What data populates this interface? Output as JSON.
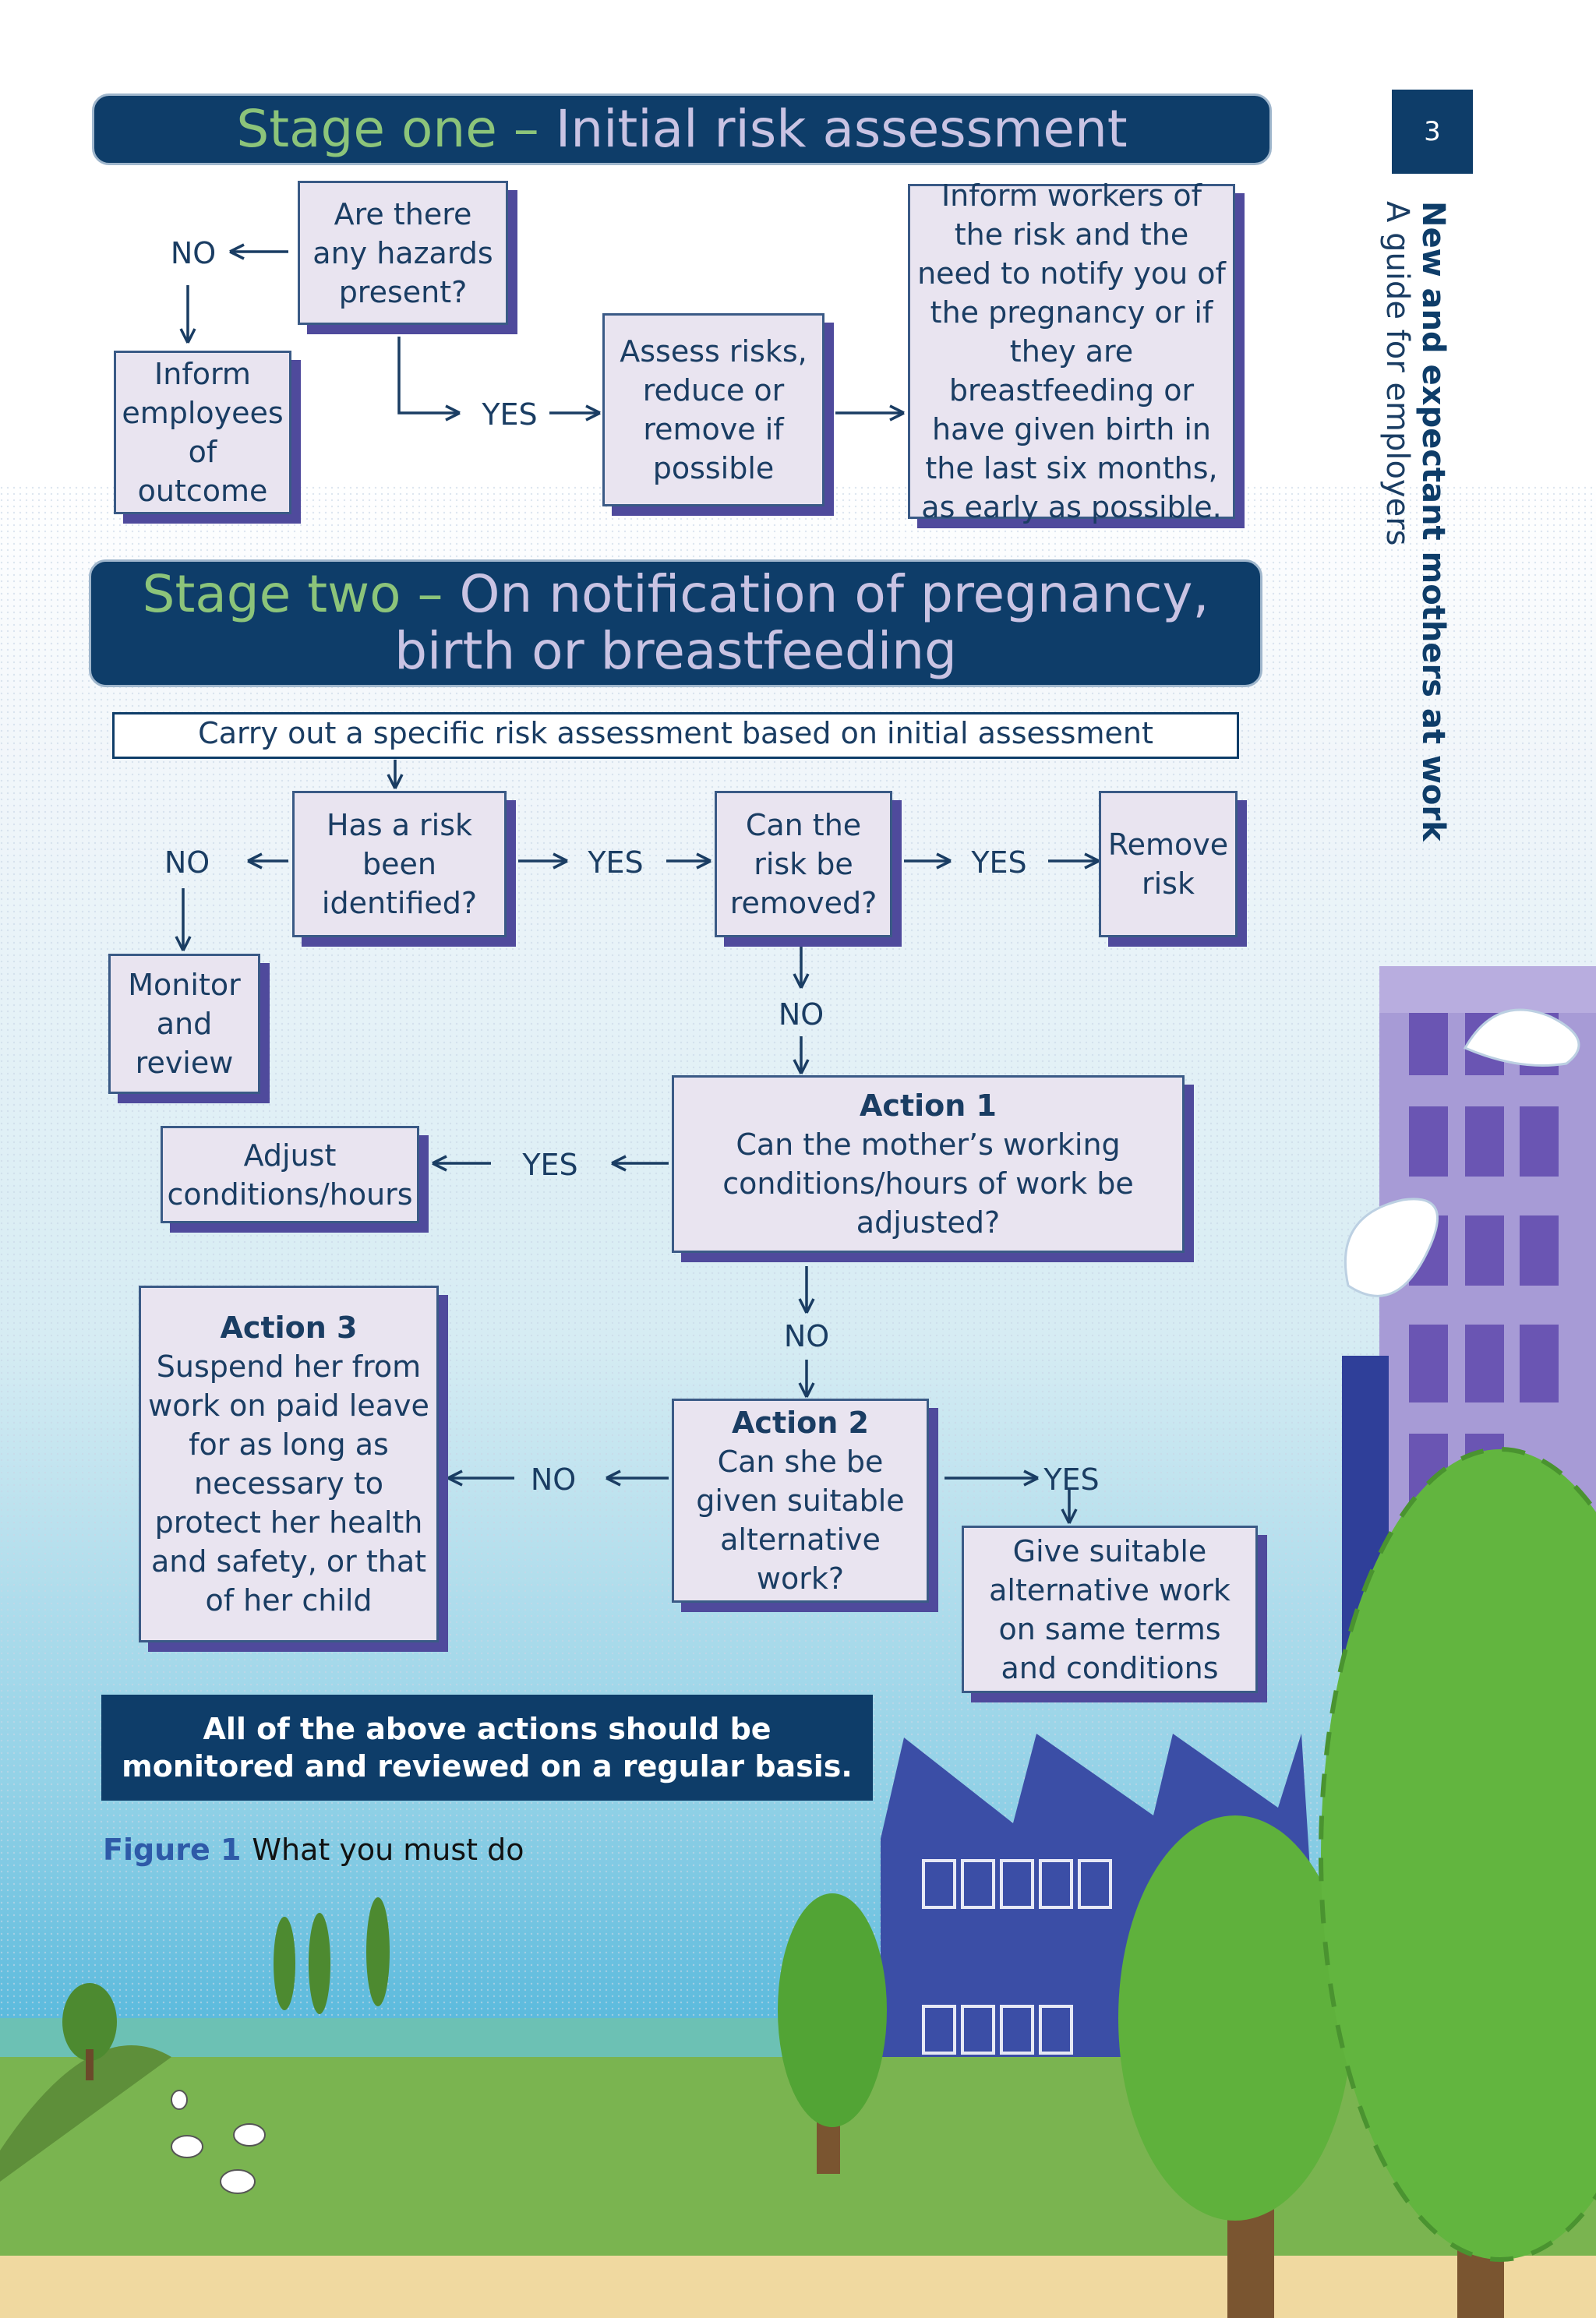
{
  "page_number": "3",
  "side_title": {
    "bold": "New and expectant mothers at work",
    "sub": "A guide for employers"
  },
  "stage_one": {
    "prefix": "Stage one –",
    "title": "Initial risk assessment",
    "q_hazards": "Are there any hazards present?",
    "no": "NO",
    "yes": "YES",
    "inform_outcome": "Inform employees of outcome",
    "assess": "Assess risks, reduce or remove if possible",
    "inform_workers": "Inform workers of the risk and the need to notify you of the pregnancy or if they are breastfeeding or have given birth in the last six months, as early as possible."
  },
  "stage_two": {
    "prefix": "Stage two –",
    "title_line1": "On notification of pregnancy,",
    "title_line2": "birth or breastfeeding",
    "carry_out": "Carry out a specific risk assessment based on initial assessment",
    "q_risk": "Has a risk been identified?",
    "q_removed": "Can the risk be removed?",
    "remove_risk": "Remove risk",
    "monitor": "Monitor and review",
    "action1_head": "Action 1",
    "action1_text": "Can the mother’s working conditions/hours of work be adjusted?",
    "adjust": "Adjust conditions/hours",
    "action2_head": "Action 2",
    "action2_text": "Can she be given suitable alternative work?",
    "action3_head": "Action 3",
    "action3_text": "Suspend her from work on paid leave for as long as necessary to protect her health and safety, or that of her child",
    "give_alt": "Give suitable alternative work on same terms and conditions",
    "yes": "YES",
    "no": "NO"
  },
  "note": "All of the above actions should be monitored and reviewed on a regular basis.",
  "caption": {
    "figure": "Figure 1",
    "text": "What you must do"
  },
  "colors": {
    "navy": "#0e3d69",
    "green_title": "#8cc47a",
    "lilac_title": "#c9c3e3",
    "box_fill": "#e9e4f0",
    "box_shadow": "#4f4a9c"
  }
}
